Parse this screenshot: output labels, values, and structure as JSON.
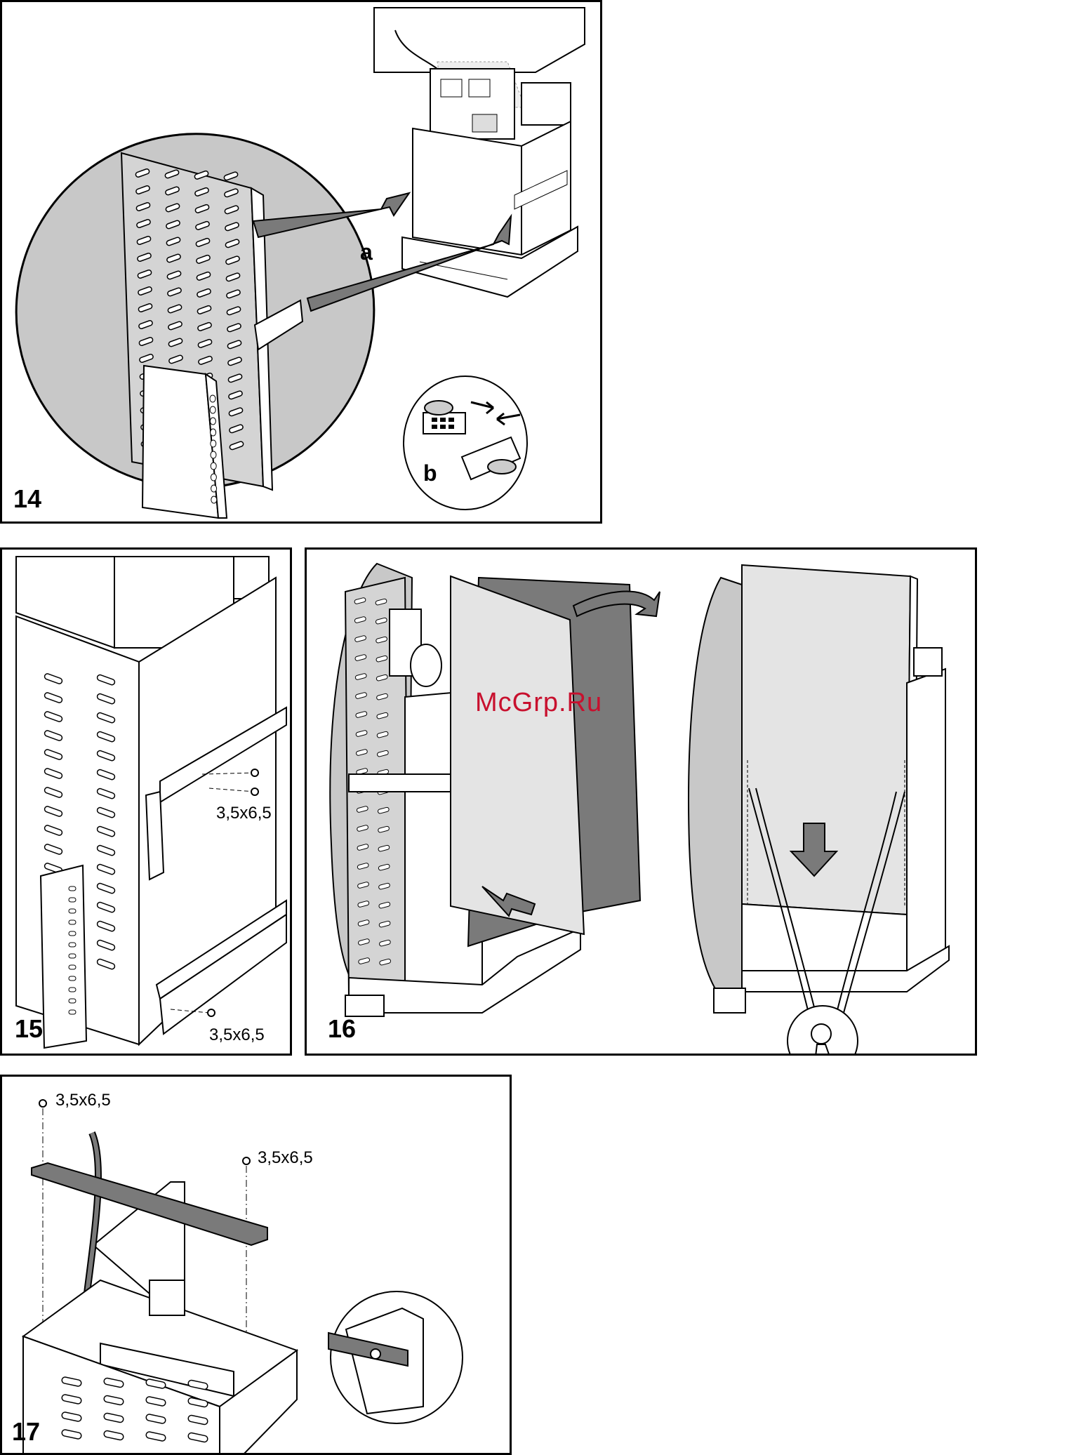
{
  "figures": {
    "fig14": {
      "number": "14",
      "label_a": "a",
      "label_b": "b"
    },
    "fig15": {
      "number": "15",
      "screw_top": "3,5x6,5",
      "screw_bottom": "3,5x6,5"
    },
    "fig16": {
      "number": "16"
    },
    "fig17": {
      "number": "17",
      "screw_left": "3,5x6,5",
      "screw_right": "3,5x6,5"
    }
  },
  "watermark": "McGrp.Ru",
  "colors": {
    "fill_gray": "#c8c8c8",
    "arrow_gray": "#7a7a7a",
    "line": "#000000",
    "watermark": "#c8102e"
  }
}
